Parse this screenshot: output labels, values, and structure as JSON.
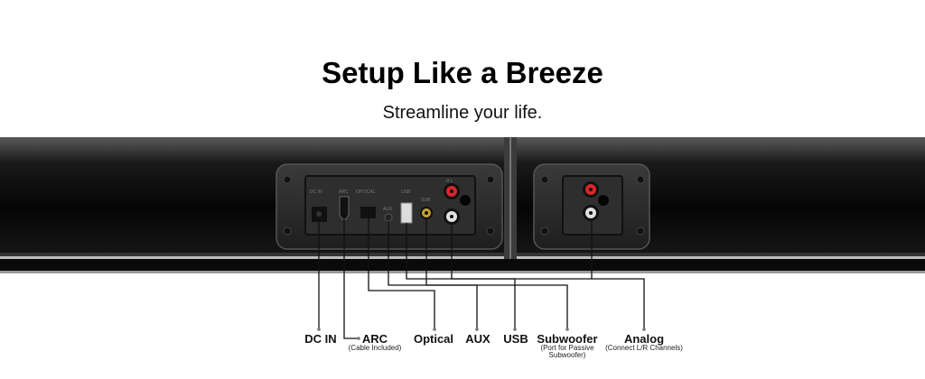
{
  "header": {
    "title": "Setup Like a Breeze",
    "subtitle": "Streamline your life."
  },
  "panel_labels": {
    "dc_in": "DC IN",
    "arc": "ARC",
    "optical": "OPTICAL",
    "aux": "AUX",
    "usb": "USB",
    "sub": "SUB",
    "rl": "R  L"
  },
  "ports": [
    {
      "label": "DC IN"
    },
    {
      "label": "ARC",
      "note": "(Cable Included)"
    },
    {
      "label": "Optical"
    },
    {
      "label": "AUX"
    },
    {
      "label": "USB"
    },
    {
      "label": "Subwoofer",
      "note_line1": "(Port for Passive",
      "note_line2": "Subwoofer)"
    },
    {
      "label": "Analog",
      "note": "(Connect L/R Channels)"
    }
  ],
  "colors": {
    "bar": "#0b0b0b",
    "panel": "#2a2a2a",
    "rca_red": "#d8262a",
    "rca_white": "#e0e0e0",
    "sub_gold": "#c8a030"
  }
}
